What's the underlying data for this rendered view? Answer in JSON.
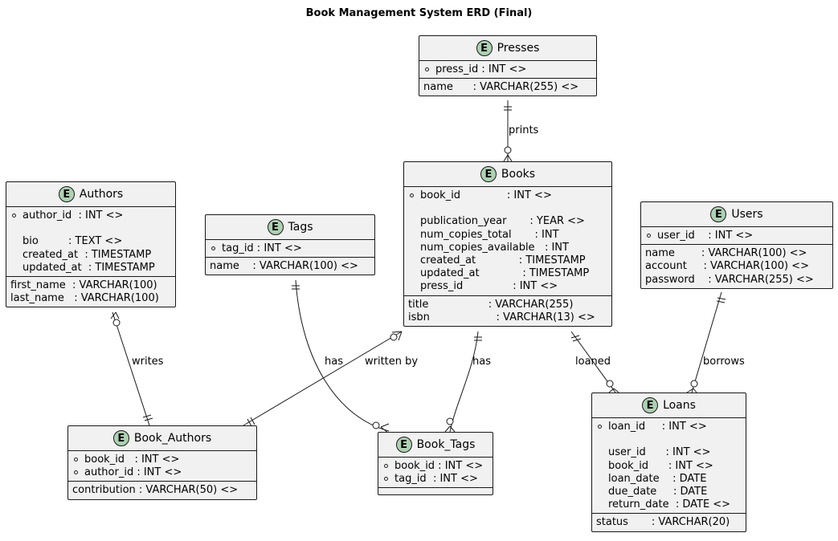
{
  "title": "Book Management System ERD (Final)",
  "entities": {
    "presses": {
      "name": "Presses",
      "keys": [
        "press_id : INT <>"
      ],
      "fields": [
        "name      : VARCHAR(255) <>"
      ]
    },
    "books": {
      "name": "Books",
      "keys": [
        "book_id              : INT <>",
        "",
        "publication_year       : YEAR <>",
        "num_copies_total       : INT",
        "num_copies_available   : INT",
        "created_at             : TIMESTAMP",
        "updated_at             : TIMESTAMP",
        "press_id               : INT <>"
      ],
      "fields": [
        "title                  : VARCHAR(255)",
        "isbn                    : VARCHAR(13) <>"
      ]
    },
    "authors": {
      "name": "Authors",
      "keys": [
        "author_id  : INT <>",
        "",
        "bio         : TEXT <>",
        "created_at  : TIMESTAMP",
        "updated_at  : TIMESTAMP"
      ],
      "fields": [
        "first_name  : VARCHAR(100)",
        "last_name   : VARCHAR(100)"
      ]
    },
    "tags": {
      "name": "Tags",
      "keys": [
        "tag_id : INT <>"
      ],
      "fields": [
        "name    : VARCHAR(100) <>"
      ]
    },
    "users": {
      "name": "Users",
      "keys": [
        "user_id    : INT <>"
      ],
      "fields": [
        "name        : VARCHAR(100) <>",
        "account     : VARCHAR(100) <>",
        "password    : VARCHAR(255) <>"
      ]
    },
    "book_authors": {
      "name": "Book_Authors",
      "keys": [
        "book_id   : INT <>",
        "author_id : INT <>"
      ],
      "fields": [
        "contribution : VARCHAR(50) <>"
      ]
    },
    "book_tags": {
      "name": "Book_Tags",
      "keys": [
        "book_id : INT <>",
        "tag_id  : INT <>"
      ],
      "fields": []
    },
    "loans": {
      "name": "Loans",
      "keys": [
        "loan_id     : INT <>",
        "",
        "user_id      : INT <>",
        "book_id      : INT <>",
        "loan_date    : DATE",
        "due_date     : DATE",
        "return_date  : DATE <>"
      ],
      "fields": [
        "status       : VARCHAR(20)"
      ]
    }
  },
  "relationships": {
    "prints": "prints",
    "writes": "writes",
    "written_by": "written by",
    "tags_has": "has",
    "books_has": "has",
    "loaned": "loaned",
    "borrows": "borrows"
  }
}
